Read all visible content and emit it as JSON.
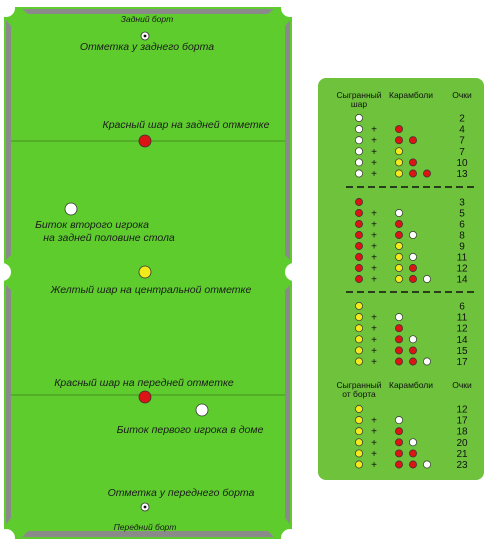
{
  "table": {
    "labels": {
      "rear_cushion": "Задний борт",
      "front_cushion": "Передний борт",
      "rear_mark": "Отметка у заднего борта",
      "red_rear": "Красный шар на задней отметке",
      "cue2_line1": "Биток второго игрока",
      "cue2_line2": "на задней половине стола",
      "yellow_center": "Желтый шар на центральной отметке",
      "red_front": "Красный шар на передней отметке",
      "cue1": "Биток первого игрока в доме",
      "front_mark": "Отметка у переднего борта"
    },
    "colors": {
      "cloth": "#5fcc2e",
      "rail": "#8a8a8a",
      "red": "#dd1414",
      "yellow": "#f2ea1a",
      "white": "#ffffff"
    }
  },
  "score": {
    "colors": {
      "panel": "#6ec23c",
      "dash": "#111111"
    },
    "header1": {
      "played_line1": "Сыгранный",
      "played_line2": "шар",
      "carom": "Карамболи",
      "points": "Очки"
    },
    "header2": {
      "played_line1": "Сыгранный",
      "played_line2": "от борта",
      "carom": "Карамболи",
      "points": "Очки"
    },
    "sections": [
      {
        "played": "W",
        "rows": [
          {
            "plus": false,
            "carom": "",
            "points": "2"
          },
          {
            "plus": true,
            "carom": "R",
            "points": "4"
          },
          {
            "plus": true,
            "carom": "RR",
            "points": "7"
          },
          {
            "plus": true,
            "carom": "Y",
            "points": "7"
          },
          {
            "plus": true,
            "carom": "YR",
            "points": "10"
          },
          {
            "plus": true,
            "carom": "YRR",
            "points": "13"
          }
        ]
      },
      {
        "played": "R",
        "rows": [
          {
            "plus": false,
            "carom": "",
            "points": "3"
          },
          {
            "plus": true,
            "carom": "W",
            "points": "5"
          },
          {
            "plus": true,
            "carom": "R",
            "points": "6"
          },
          {
            "plus": true,
            "carom": "RW",
            "points": "8"
          },
          {
            "plus": true,
            "carom": "Y",
            "points": "9"
          },
          {
            "plus": true,
            "carom": "YW",
            "points": "11"
          },
          {
            "plus": true,
            "carom": "YR",
            "points": "12"
          },
          {
            "plus": true,
            "carom": "YRW",
            "points": "14"
          }
        ]
      },
      {
        "played": "Y",
        "rows": [
          {
            "plus": false,
            "carom": "",
            "points": "6"
          },
          {
            "plus": true,
            "carom": "W",
            "points": "11"
          },
          {
            "plus": true,
            "carom": "R",
            "points": "12"
          },
          {
            "plus": true,
            "carom": "RW",
            "points": "14"
          },
          {
            "plus": true,
            "carom": "RR",
            "points": "15"
          },
          {
            "plus": true,
            "carom": "RRW",
            "points": "17"
          }
        ]
      },
      {
        "played": "Y",
        "rows": [
          {
            "plus": false,
            "carom": "",
            "points": "12"
          },
          {
            "plus": true,
            "carom": "W",
            "points": "17"
          },
          {
            "plus": true,
            "carom": "R",
            "points": "18"
          },
          {
            "plus": true,
            "carom": "RW",
            "points": "20"
          },
          {
            "plus": true,
            "carom": "RR",
            "points": "21"
          },
          {
            "plus": true,
            "carom": "RRW",
            "points": "23"
          }
        ]
      }
    ]
  }
}
